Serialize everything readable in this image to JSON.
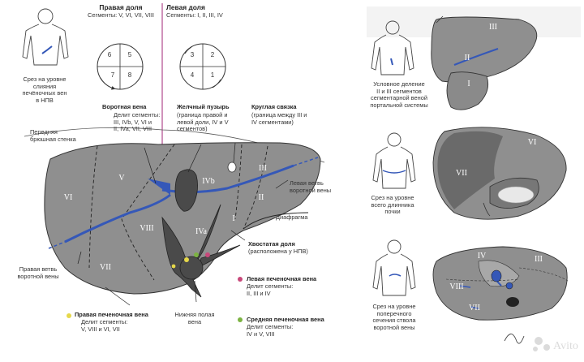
{
  "right_lobe": {
    "title": "Правая доля",
    "segments": "Сегменты: V, VI, VII, VIII",
    "circle_numbers": [
      "6",
      "5",
      "7",
      "8"
    ]
  },
  "left_lobe": {
    "title": "Левая доля",
    "segments": "Сегменты: I, II, III, IV",
    "circle_numbers": [
      "3",
      "2",
      "4",
      "1"
    ]
  },
  "body_top_caption": "Срез на уровне\nслияния\nпечёночных вен\nв НПВ",
  "portal_vein": {
    "title": "Воротная вена",
    "desc": "Делит сегменты:\nIII, IVb, V, VI и\nII, IVa, VII, VIII"
  },
  "gallbladder": {
    "title": "Желчный пузырь",
    "desc": "(граница правой и\nлевой доли, IV и V\nсегментов)"
  },
  "round_ligament": {
    "title": "Круглая связка",
    "desc": "(граница между III и\nIV сегментами)"
  },
  "anterior_wall": "Передняя\nбрюшная стенка",
  "left_portal_branch": "Левая ветвь\nворотной вены",
  "diaphragm": "Диафрагма",
  "caudate_lobe": {
    "title": "Хвостатая доля",
    "desc": "(расположена у НПВ)"
  },
  "left_hepatic_vein": {
    "title": "Левая печеночная вена",
    "desc": "Делит сегменты:\nII, III и IV",
    "dot_color": "#c8487a"
  },
  "middle_hepatic_vein": {
    "title": "Средняя печеночная вена",
    "desc": "Делит сегменты:\nIV и V, VIII",
    "dot_color": "#7cb342"
  },
  "right_hepatic_vein": {
    "title": "Правая печеночная вена",
    "desc": "Делит сегменты:\nV, VIII и VI, VII",
    "dot_color": "#e6d84a"
  },
  "right_portal_branch": "Правая ветвь\nворотной вены",
  "ivc": "Нижняя полая\nвена",
  "main_segments": [
    "VI",
    "V",
    "IVb",
    "III",
    "II",
    "VIII",
    "IVa",
    "I",
    "VII"
  ],
  "right_panel": {
    "caption1": "Условное деление\nII и III сегментов\nсегментарной веной\nпортальной системы",
    "caption2": "Срез на уровне\nвсего длинника\nпочки",
    "caption3": "Срез на уровне\nпоперечного\nсечения ствола\nворотной вены",
    "s1_segments": [
      "III",
      "II",
      "I"
    ],
    "s2_segments": [
      "VI",
      "VII"
    ],
    "s3_segments": [
      "IV",
      "III",
      "VIII",
      "VII"
    ]
  },
  "colors": {
    "liver": "#8f8f8f",
    "liver_dark": "#555555",
    "vein": "#3558b8",
    "divider": "#b14a8e"
  }
}
